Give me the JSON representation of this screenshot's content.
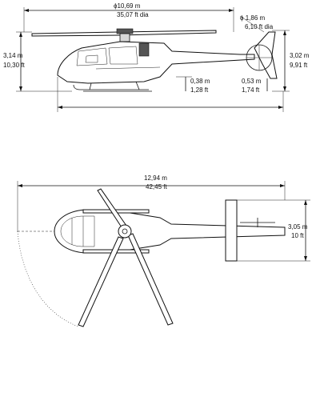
{
  "side_view": {
    "rotor_diameter_m": "ϕ10,69 m",
    "rotor_diameter_ft": "35,07 ft dia",
    "tail_rotor_diameter_m": "ϕ 1,86 m",
    "tail_rotor_diameter_ft": "6,10 ft dia",
    "overall_height_m": "3,14 m",
    "overall_height_ft": "10,30 ft",
    "tail_height_m": "3,02 m",
    "tail_height_ft": "9,91 ft",
    "skid_clearance_m": "0,38 m",
    "skid_clearance_ft": "1,28 ft",
    "tail_clearance_m": "0,53 m",
    "tail_clearance_ft": "1,74 ft"
  },
  "top_view": {
    "overall_length_m": "12,94 m",
    "overall_length_ft": "42,45 ft",
    "stabilizer_width_m": "3,05 m",
    "stabilizer_width_ft": "10 ft"
  }
}
